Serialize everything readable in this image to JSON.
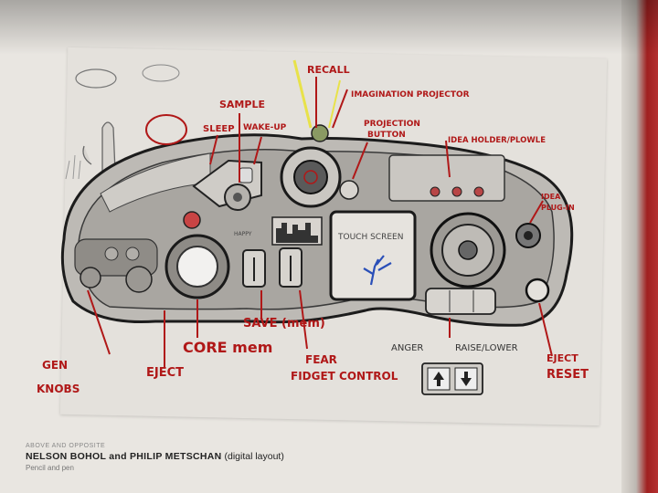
{
  "labels": {
    "recall": "RECALL",
    "imagination_projector": "IMAGINATION PROJECTOR",
    "sample": "SAMPLE",
    "sleep": "SLEEP",
    "wake_up": "WAKE-UP",
    "projection": "PROJECTION",
    "button": "BUTTON",
    "idea_holder": "IDEA HOLDER/PLOWLE",
    "idea": "IDEA",
    "plug_in": "PLUG-IN",
    "save": "SAVE (mem)",
    "core_mem": "CORE mem",
    "eject_left": "EJECT",
    "gen": "GEN",
    "knobs": "KNOBS",
    "fear": "FEAR",
    "fidget_control": "FIDGET CONTROL",
    "eject_right": "EJECT",
    "reset": "RESET",
    "anger": "ANGER",
    "raise_lower": "RAISE/LOWER",
    "touch_screen": "TOUCH SCREEN",
    "happy": "HAPPY"
  },
  "caption": {
    "section": "ABOVE AND OPPOSITE",
    "artists": "NELSON BOHOL and PHILIP METSCHAN",
    "layout": "(digital layout)",
    "media": "Pencil and pen"
  }
}
